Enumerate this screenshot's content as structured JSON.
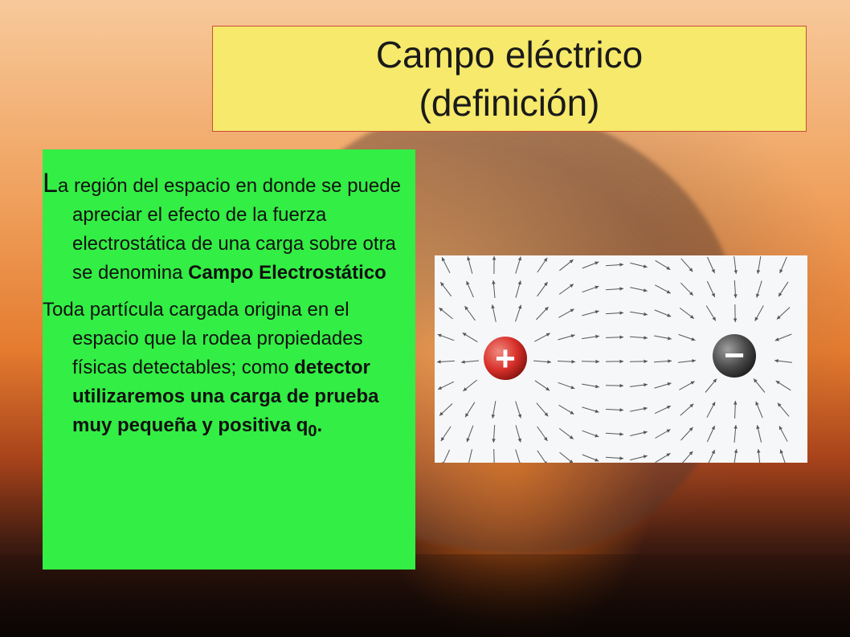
{
  "slide": {
    "title": "Campo eléctrico (definición)",
    "paragraph_1": {
      "dropcap": "L",
      "text": "a región del espacio en donde se puede apreciar el efecto de la fuerza electrostática de una carga sobre otra se denomina ",
      "bold": "Campo Electrostático"
    },
    "paragraph_2": {
      "text": "Toda partícula cargada origina en el espacio que la rodea propiedades físicas detectables; como ",
      "bold": "detector utilizaremos una carga de prueba muy pequeña y positiva q",
      "subscript": "0",
      "end": "."
    }
  },
  "diagram": {
    "positive_charge_label": "+",
    "negative_charge_label": "−",
    "positive_color": "#d8312a",
    "negative_color": "#4a4a4a"
  },
  "colors": {
    "title_box": "#f6e96b",
    "text_panel": "#33ee44"
  }
}
